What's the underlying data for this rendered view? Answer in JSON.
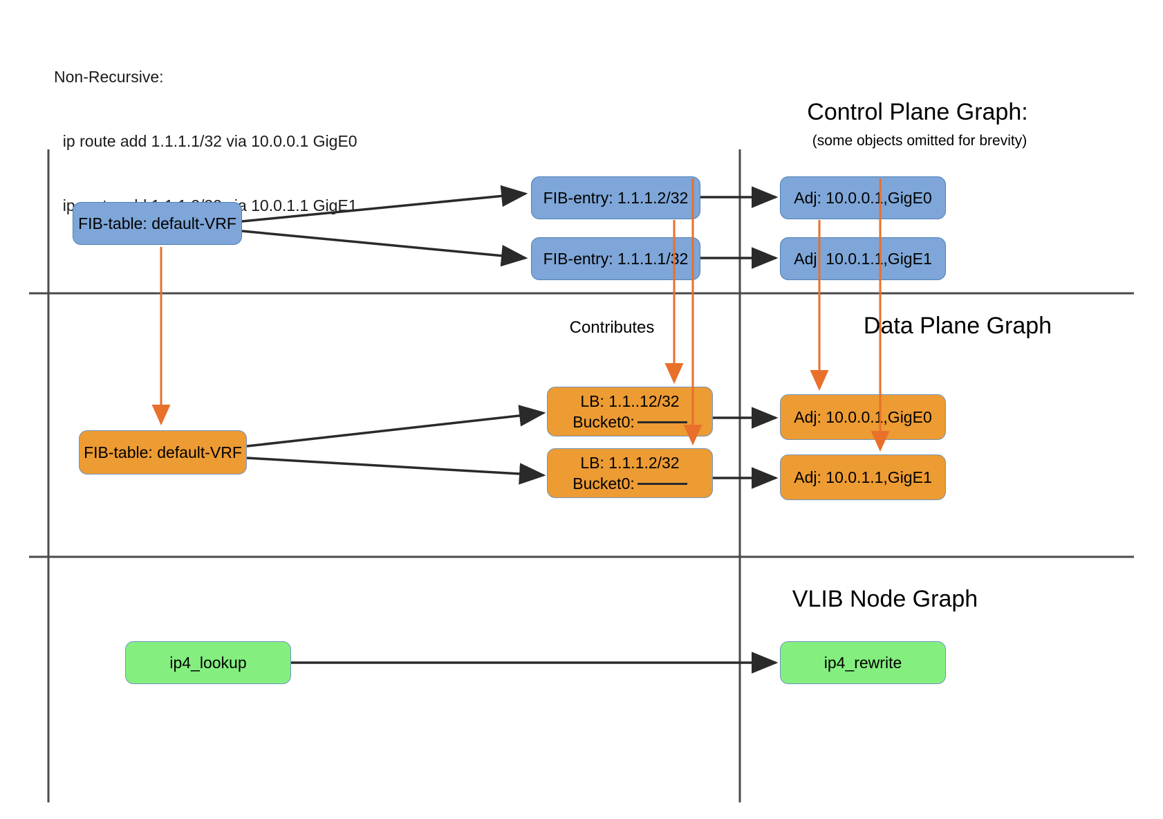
{
  "legend": {
    "title": "Non-Recursive:",
    "routes": [
      "  ip route add 1.1.1.1/32 via 10.0.0.1 GigE0",
      "  ip route add 1.1.1.2/32 via 10.0.1.1 GigE1"
    ]
  },
  "sections": {
    "control_plane": {
      "title": "Control Plane Graph:",
      "subtitle": "(some objects omitted for brevity)"
    },
    "data_plane": {
      "title": "Data Plane Graph"
    },
    "vlib": {
      "title": "VLIB Node Graph"
    }
  },
  "labels": {
    "contributes": "Contributes"
  },
  "nodes": {
    "cp_fib_table": "FIB-table: default-VRF",
    "cp_fib_entry_2": "FIB-entry: 1.1.1.2/32",
    "cp_fib_entry_1": "FIB-entry: 1.1.1.1/32",
    "cp_adj_0": "Adj: 10.0.0.1,GigE0",
    "cp_adj_1": "Adj: 10.0.1.1,GigE1",
    "dp_fib_table": "FIB-table: default-VRF",
    "dp_lb_0_line1": "LB: 1.1..12/32",
    "dp_lb_0_line2": "Bucket0:",
    "dp_lb_1_line1": "LB: 1.1.1.2/32",
    "dp_lb_1_line2": "Bucket0:",
    "dp_adj_0": "Adj: 10.0.0.1,GigE0",
    "dp_adj_1": "Adj: 10.0.1.1,GigE1",
    "vlib_lookup": "ip4_lookup",
    "vlib_rewrite": "ip4_rewrite"
  },
  "colors": {
    "control_plane_node": "#7ea6d8",
    "data_plane_node": "#ed9b33",
    "vlib_node": "#84ef7f",
    "contributes_arrow": "#e8702a",
    "edge": "#2a2a2a",
    "divider": "#4a4a4a"
  }
}
